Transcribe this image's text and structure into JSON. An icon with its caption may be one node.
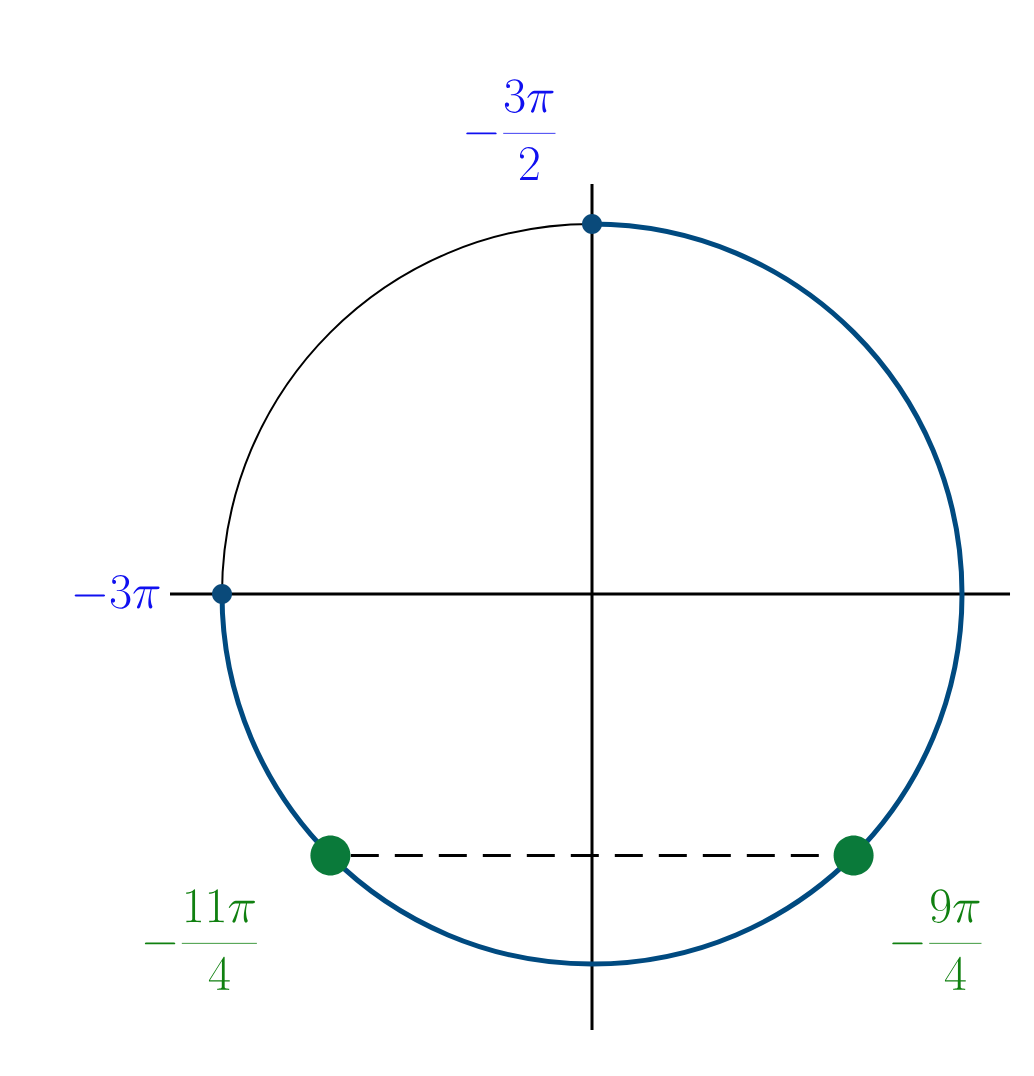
{
  "diagram": {
    "nodes": [
      {
        "text": [],
        "shape": "circle",
        "beside": [
          "-\\frac{3\\pi}{2}"
        ]
      },
      {
        "text": [],
        "shape": "circle",
        "beside": [
          "-3\\pi"
        ]
      },
      {
        "text": [],
        "shape": "circle",
        "beside": [
          "-\\frac{11\\pi}{4}"
        ]
      },
      {
        "text": [],
        "shape": "circle",
        "beside": [
          "-\\frac{9\\pi}{4}"
        ]
      }
    ],
    "edges": [
      {
        "from": 2,
        "to": 3,
        "arrow": "none",
        "style": "dashed"
      }
    ]
  }
}
